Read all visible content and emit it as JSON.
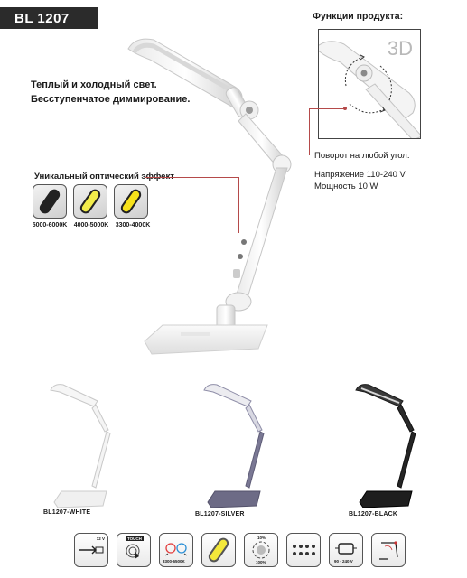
{
  "header": {
    "model": "BL 1207",
    "features_title": "Функции продукта:"
  },
  "intro": {
    "line1": "Теплый и холодный свет.",
    "line2": "Бесступенчатое диммирование."
  },
  "effect": {
    "title": "Уникальный оптический эффект",
    "swatches": [
      {
        "label": "5000-6000K",
        "color": "#222222"
      },
      {
        "label": "4000-5000K",
        "color": "#f2ec4a"
      },
      {
        "label": "3300-4000K",
        "color": "#f7e21b"
      }
    ]
  },
  "feature_box": {
    "label_3d": "3D"
  },
  "specs": {
    "rotation": "Поворот на любой угол.",
    "voltage": "Напряжение 110-240 V",
    "power": "Мощность 10 W"
  },
  "variants": [
    {
      "label": "BL1207-WHITE",
      "color": "#f4f4f4"
    },
    {
      "label": "BL1207-SILVER",
      "color": "#6d6b86"
    },
    {
      "label": "BL1207-BLACK",
      "color": "#1e1e1e"
    }
  ],
  "icons": {
    "usb_voltage": "12 V",
    "touch": "TOUCH",
    "color_range": "3300-6500K",
    "dimmer_top": "10%",
    "dimmer_bottom": "100%",
    "voltage_range": "90 - 240 V"
  }
}
